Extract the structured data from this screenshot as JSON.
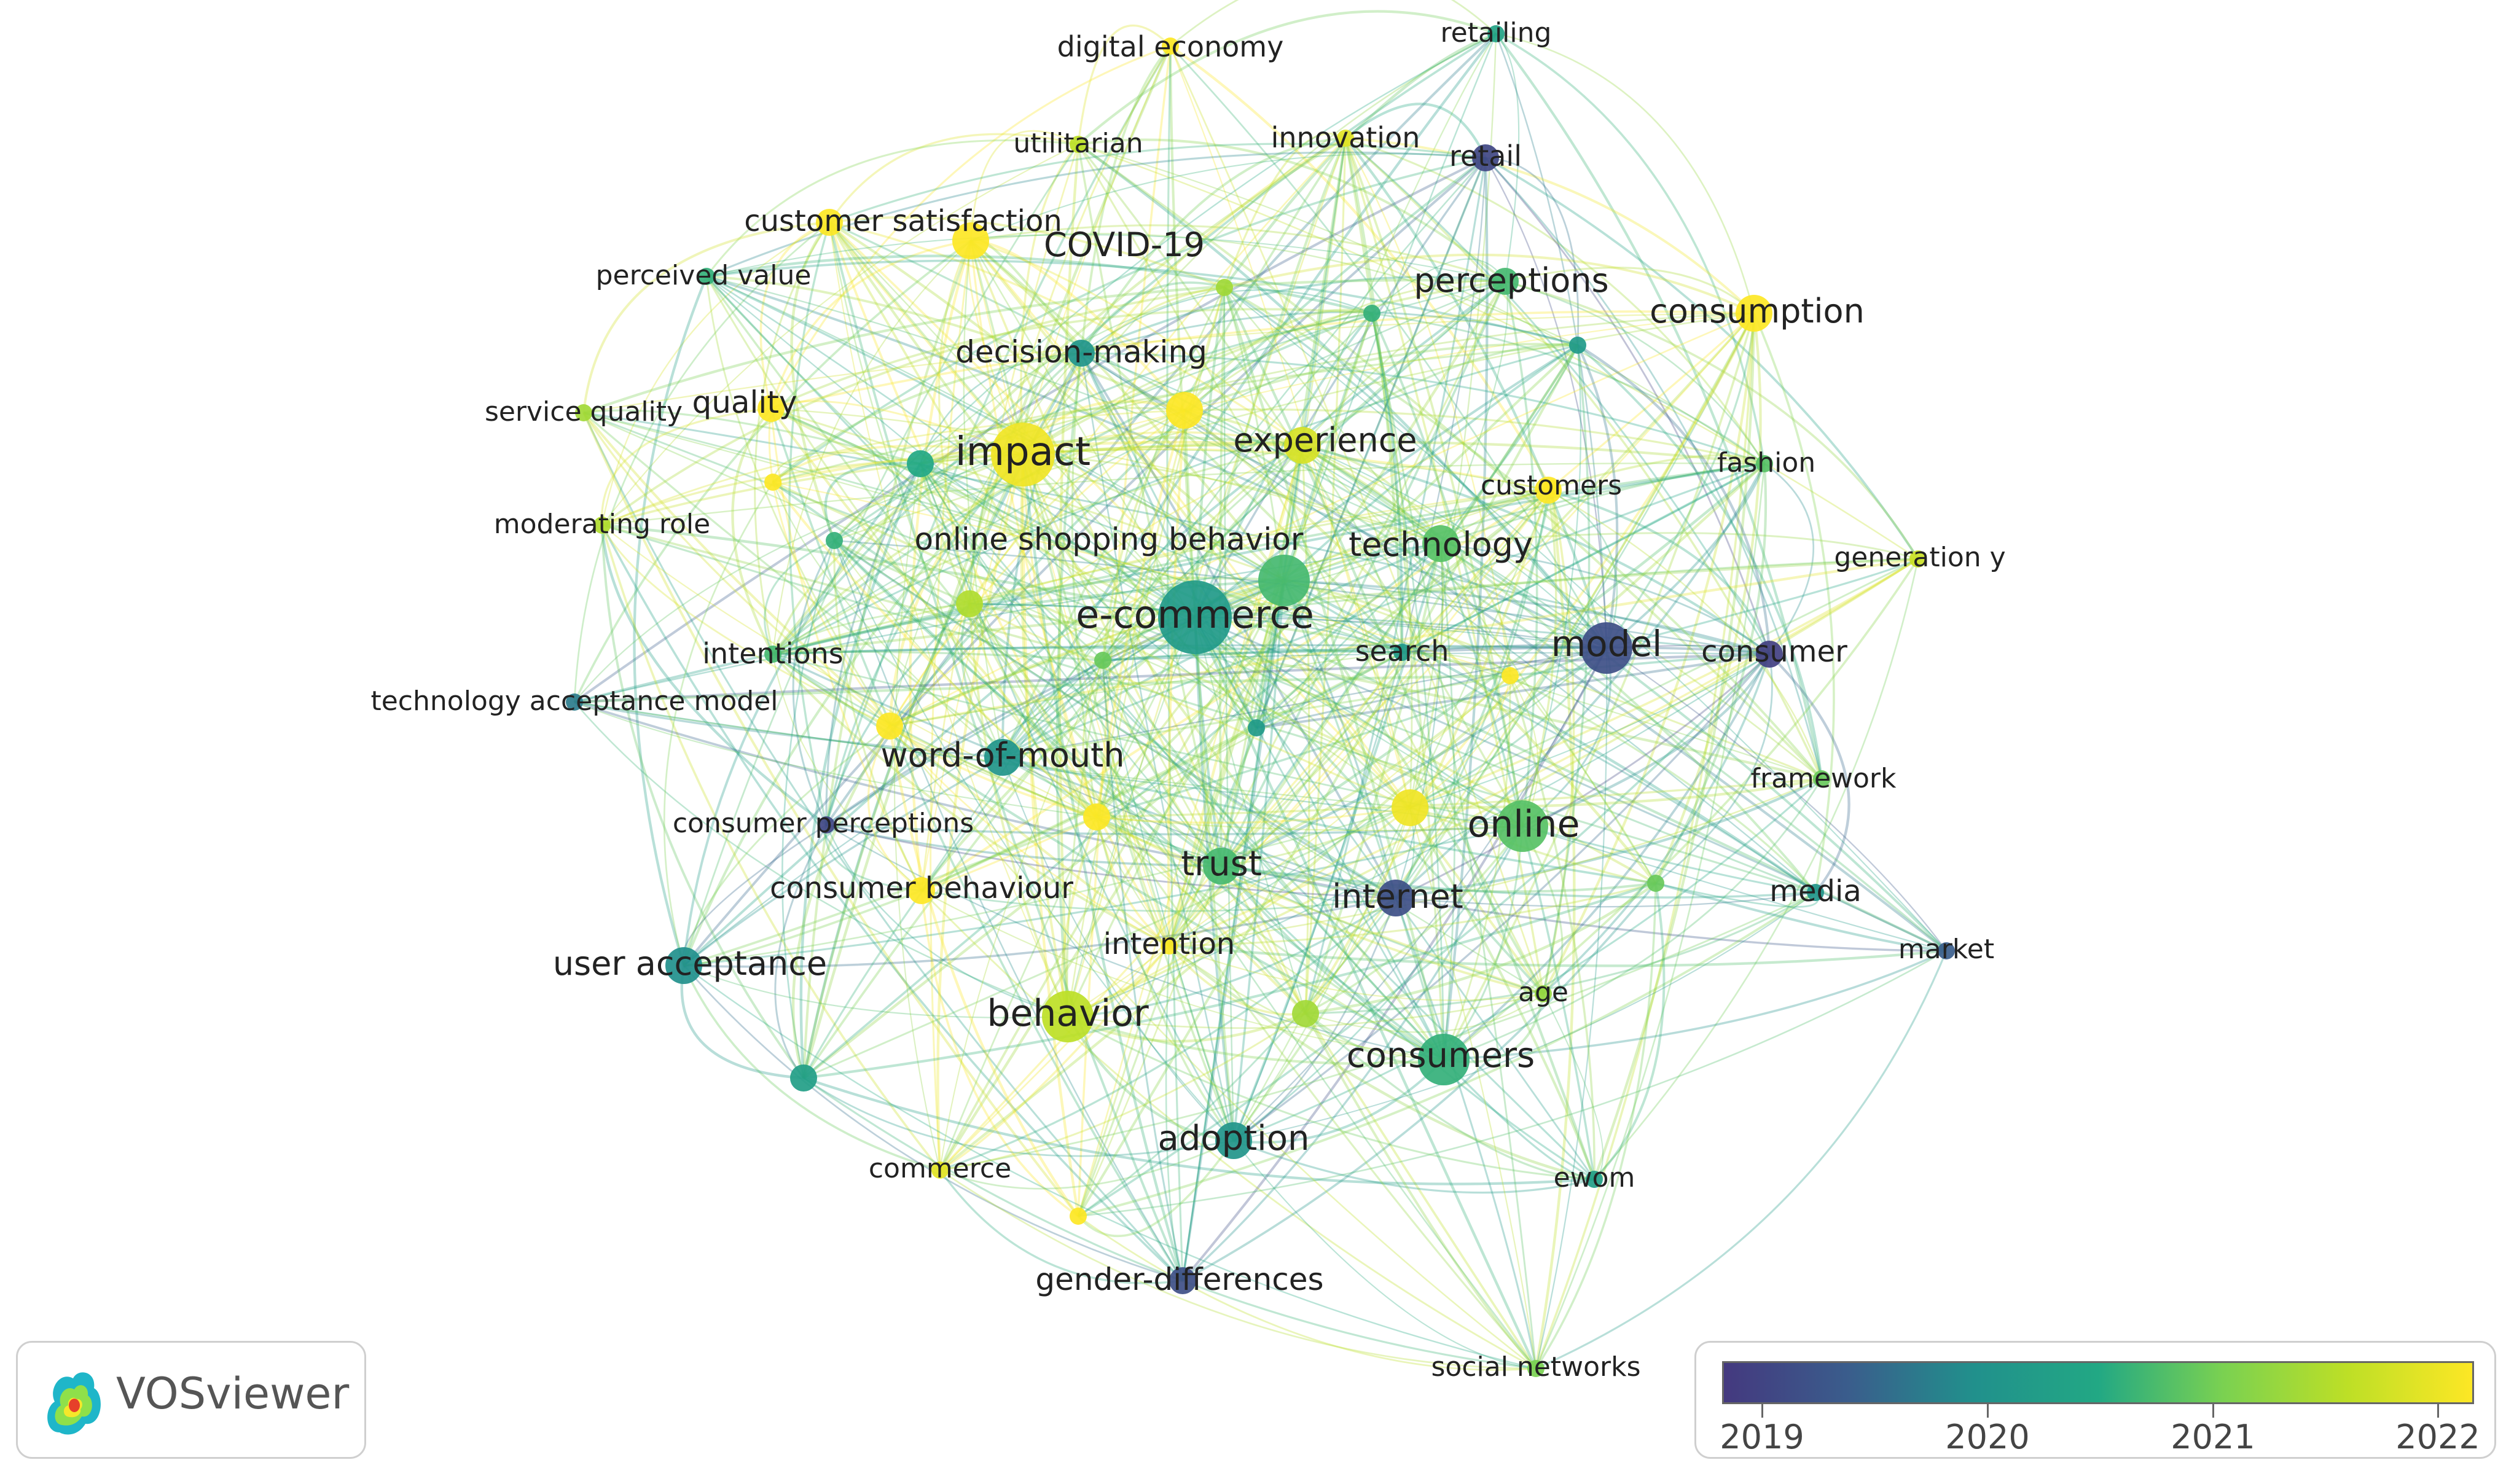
{
  "legend": {
    "gradient": [
      "#44397f",
      "#3a5d8c",
      "#21908c",
      "#22a884",
      "#7ad151",
      "#bddf26",
      "#fde725"
    ],
    "ticks": [
      "2019",
      "2020",
      "2021",
      "2022"
    ]
  },
  "logo": {
    "text": "VOSviewer"
  },
  "chart_data": {
    "type": "network",
    "color_scale": {
      "metric": "average publication year",
      "min": 2019,
      "max": 2022
    },
    "nodes": [
      {
        "label": "digital economy",
        "year": 2022.0,
        "weight": 1
      },
      {
        "label": "retailing",
        "year": 2020.4,
        "weight": 1
      },
      {
        "label": "utilitarian",
        "year": 2021.5,
        "weight": 1
      },
      {
        "label": "innovation",
        "year": 2021.8,
        "weight": 1
      },
      {
        "label": "retail",
        "year": 2019.2,
        "weight": 2
      },
      {
        "label": "customer satisfaction",
        "year": 2022.0,
        "weight": 2
      },
      {
        "label": "COVID-19",
        "year": 2022.0,
        "weight": 3
      },
      {
        "label": "perceived value",
        "year": 2020.6,
        "weight": 1
      },
      {
        "label": "perceptions",
        "year": 2020.7,
        "weight": 2
      },
      {
        "label": "consumption",
        "year": 2022.0,
        "weight": 3
      },
      {
        "label": "decision-making",
        "year": 2020.1,
        "weight": 2
      },
      {
        "label": "service quality",
        "year": 2021.3,
        "weight": 1
      },
      {
        "label": "quality",
        "year": 2022.0,
        "weight": 2
      },
      {
        "label": "impact",
        "year": 2021.9,
        "weight": 5
      },
      {
        "label": "experience",
        "year": 2021.7,
        "weight": 3
      },
      {
        "label": "customers",
        "year": 2022.0,
        "weight": 1
      },
      {
        "label": "fashion",
        "year": 2020.8,
        "weight": 1
      },
      {
        "label": "moderating role",
        "year": 2021.4,
        "weight": 1
      },
      {
        "label": "online shopping behavior",
        "year": 2020.7,
        "weight": 4
      },
      {
        "label": "technology",
        "year": 2020.8,
        "weight": 3
      },
      {
        "label": "generation y",
        "year": 2021.6,
        "weight": 1
      },
      {
        "label": "e-commerce",
        "year": 2020.2,
        "weight": 6
      },
      {
        "label": "model",
        "year": 2019.3,
        "weight": 4
      },
      {
        "label": "consumer",
        "year": 2019.1,
        "weight": 2
      },
      {
        "label": "intentions",
        "year": 2020.7,
        "weight": 1
      },
      {
        "label": "search",
        "year": 2020.2,
        "weight": 1
      },
      {
        "label": "technology acceptance model",
        "year": 2019.8,
        "weight": 1
      },
      {
        "label": "word-of-mouth",
        "year": 2020.1,
        "weight": 3
      },
      {
        "label": "framework",
        "year": 2020.9,
        "weight": 1
      },
      {
        "label": "consumer perceptions",
        "year": 2019.2,
        "weight": 1
      },
      {
        "label": "online",
        "year": 2020.8,
        "weight": 4
      },
      {
        "label": "trust",
        "year": 2020.7,
        "weight": 3
      },
      {
        "label": "consumer behaviour",
        "year": 2022.0,
        "weight": 2
      },
      {
        "label": "internet",
        "year": 2019.3,
        "weight": 3
      },
      {
        "label": "media",
        "year": 2020.1,
        "weight": 1
      },
      {
        "label": "intention",
        "year": 2022.0,
        "weight": 1
      },
      {
        "label": "market",
        "year": 2019.5,
        "weight": 1
      },
      {
        "label": "user acceptance",
        "year": 2020.0,
        "weight": 3
      },
      {
        "label": "age",
        "year": 2021.2,
        "weight": 1
      },
      {
        "label": "behavior",
        "year": 2021.5,
        "weight": 4
      },
      {
        "label": "consumers",
        "year": 2020.6,
        "weight": 4
      },
      {
        "label": "adoption",
        "year": 2020.1,
        "weight": 3
      },
      {
        "label": "ewom",
        "year": 2020.3,
        "weight": 1
      },
      {
        "label": "commerce",
        "year": 2021.8,
        "weight": 1
      },
      {
        "label": "gender-differences",
        "year": 2019.3,
        "weight": 2
      },
      {
        "label": "social networks",
        "year": 2021.0,
        "weight": 1
      }
    ],
    "unlabeled_nodes": [
      {
        "year": 2020.5,
        "weight": 2
      },
      {
        "year": 2022.0,
        "weight": 3
      },
      {
        "year": 2021.3,
        "weight": 1
      },
      {
        "year": 2020.6,
        "weight": 1
      },
      {
        "year": 2020.2,
        "weight": 1
      },
      {
        "year": 2022.0,
        "weight": 2
      },
      {
        "year": 2022.0,
        "weight": 1
      },
      {
        "year": 2020.6,
        "weight": 1
      },
      {
        "year": 2021.4,
        "weight": 2
      },
      {
        "year": 2020.9,
        "weight": 1
      },
      {
        "year": 2022.0,
        "weight": 1
      },
      {
        "year": 2020.2,
        "weight": 1
      },
      {
        "year": 2022.0,
        "weight": 2
      },
      {
        "year": 2021.9,
        "weight": 3
      },
      {
        "year": 2022.0,
        "weight": 2
      },
      {
        "year": 2020.3,
        "weight": 2
      },
      {
        "year": 2020.9,
        "weight": 1
      },
      {
        "year": 2021.3,
        "weight": 2
      },
      {
        "year": 2022.0,
        "weight": 1
      }
    ]
  }
}
